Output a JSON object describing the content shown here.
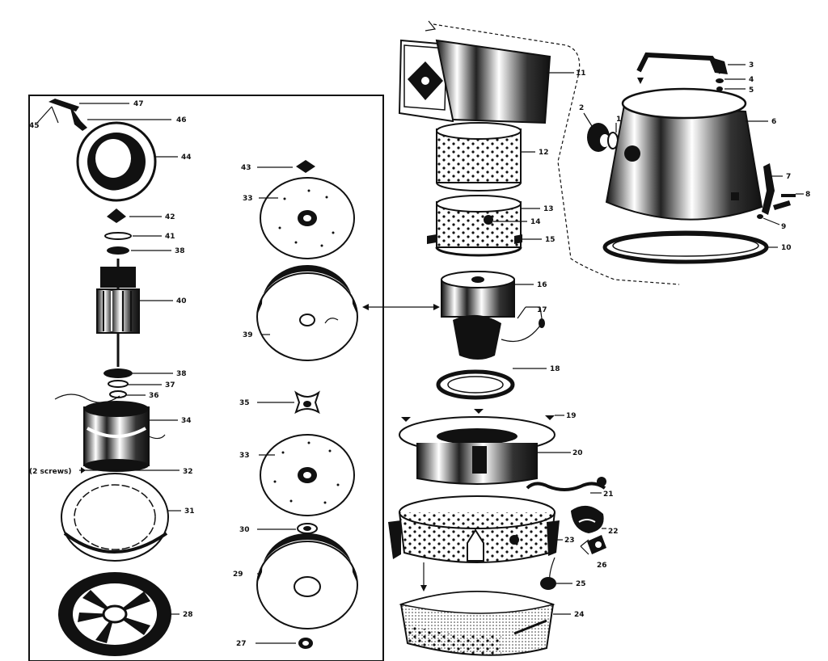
{
  "diagram": {
    "part_labels": {
      "p1": "1",
      "p2": "2",
      "p3": "3",
      "p4": "4",
      "p5": "5",
      "p6": "6",
      "p7": "7",
      "p8": "8",
      "p9": "9",
      "p10": "10",
      "p11": "11",
      "p12": "12",
      "p13": "13",
      "p14": "14",
      "p15": "15",
      "p16": "16",
      "p17": "17",
      "p18": "18",
      "p19": "19",
      "p20": "20",
      "p21": "21",
      "p22": "22",
      "p23": "23",
      "p24": "24",
      "p25": "25",
      "p26": "26",
      "p27": "27",
      "p28": "28",
      "p29": "29",
      "p30": "30",
      "p31": "31",
      "p32": "32",
      "p33": "33",
      "p34": "34",
      "p35": "35",
      "p36": "36",
      "p37": "37",
      "p38": "38",
      "p39": "39",
      "p40": "40",
      "p41": "41",
      "p42": "42",
      "p43": "43",
      "p44": "44",
      "p45": "45",
      "p46": "46",
      "p47": "47"
    },
    "annotations": {
      "screws_note": "(2 screws)"
    }
  }
}
